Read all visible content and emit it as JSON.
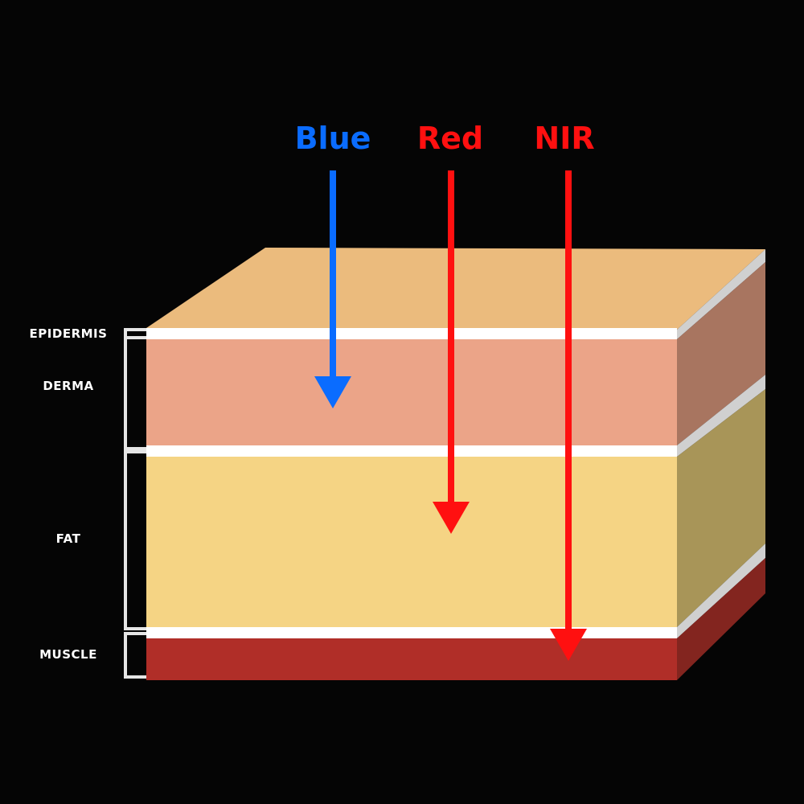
{
  "light_sources": [
    {
      "key": "blue",
      "label": "Blue",
      "color": "#0a6cff"
    },
    {
      "key": "red",
      "label": "Red",
      "color": "#ff1010"
    },
    {
      "key": "nir",
      "label": "NIR",
      "color": "#ff1010"
    }
  ],
  "layers": [
    {
      "key": "epidermis",
      "label": "EPIDERMIS",
      "front_color": "#ffffff",
      "side_color": "#d0d0d0"
    },
    {
      "key": "derma",
      "label": "DERMA",
      "front_color": "#eba488",
      "side_color": "#a87560"
    },
    {
      "key": "fat",
      "label": "FAT",
      "front_color": "#f5d484",
      "side_color": "#a89558"
    },
    {
      "key": "muscle",
      "label": "MUSCLE",
      "front_color": "#b02e28",
      "side_color": "#83251f"
    }
  ],
  "top_face_color": "#ebbb7d",
  "separator_color": "#ffffff",
  "background_color": "#050505",
  "bracket_color": "#e6e6e6"
}
